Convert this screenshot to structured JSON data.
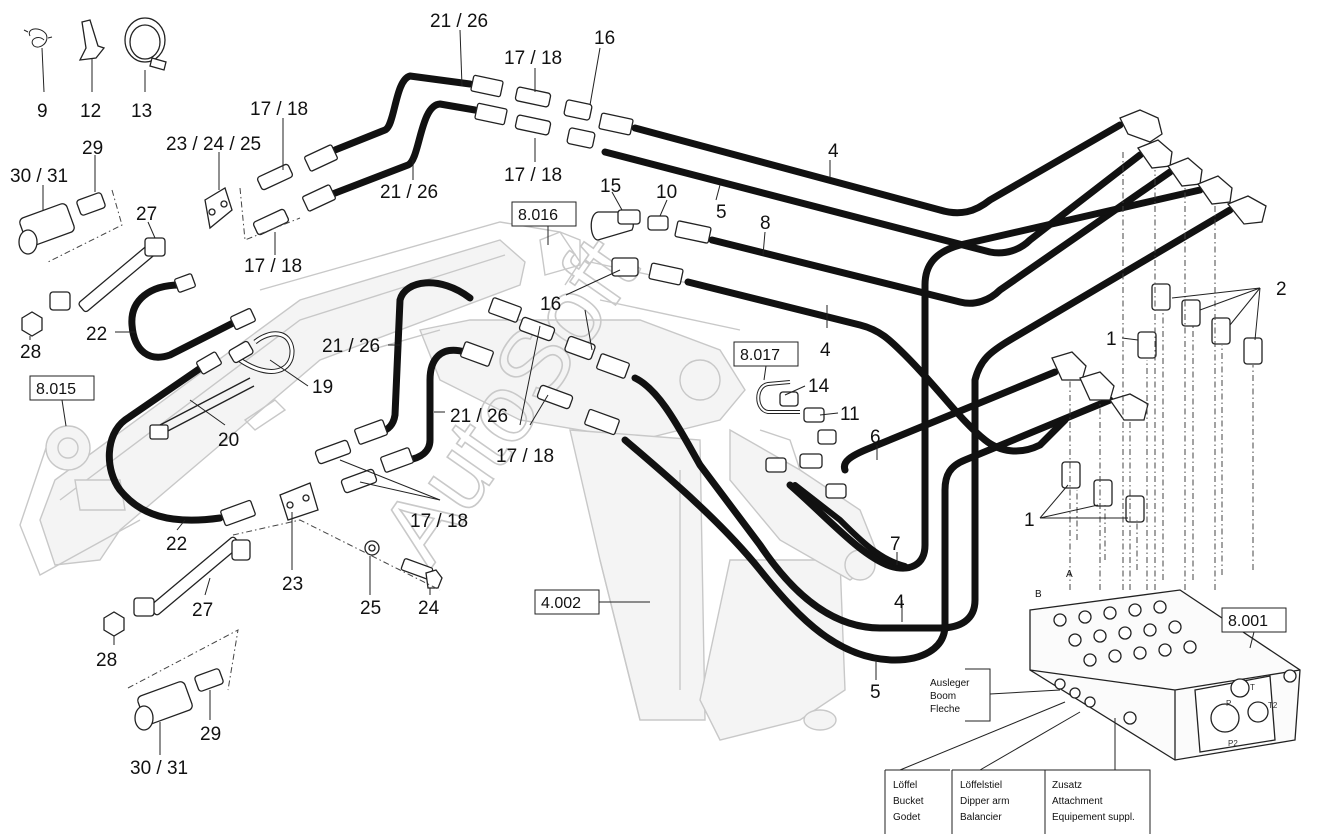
{
  "watermark": "AutoSoft",
  "parts": {
    "p9": "9",
    "p12": "12",
    "p13": "13",
    "p29a": "29",
    "p30a": "30 / 31",
    "p27a": "27",
    "p28a": "28",
    "p22a": "22",
    "p23a": "23 / 24 / 25",
    "p1718a": "17 / 18",
    "p1718b": "17 / 18",
    "p2126a": "21 / 26",
    "p2126b": "21 / 26",
    "p1718c": "17 / 18",
    "p1718d": "17 / 18",
    "p16a": "16",
    "p15": "15",
    "p10": "10",
    "p4a": "4",
    "p5a": "5",
    "p8": "8",
    "p16b": "16",
    "p4b": "4",
    "p2126c": "21 / 26",
    "p2126d": "21 / 26",
    "p1718e": "17 / 18",
    "p19": "19",
    "p20": "20",
    "p14": "14",
    "p11": "11",
    "p6": "6",
    "p7": "7",
    "p4c": "4",
    "p5b": "5",
    "p2": "2",
    "p1a": "1",
    "p1b": "1",
    "p22b": "22",
    "p23b": "23",
    "p1718f": "17 / 18",
    "p25": "25",
    "p24": "24",
    "p27b": "27",
    "p28b": "28",
    "p29b": "29",
    "p30b": "30 / 31"
  },
  "refs": {
    "r8016": "8.016",
    "r8015": "8.015",
    "r8017": "8.017",
    "r4002": "4.002",
    "r8001": "8.001"
  },
  "valve": {
    "a": "A",
    "b": "B",
    "p": "P",
    "t": "T",
    "t2": "T2",
    "p2": "P2"
  },
  "boom": [
    "Ausleger",
    "Boom",
    "Fleche"
  ],
  "bucket": [
    "Löffel",
    "Bucket",
    "Godet"
  ],
  "dipper": [
    "Löffelstiel",
    "Dipper arm",
    "Balancier"
  ],
  "attachment": [
    "Zusatz",
    "Attachment",
    "Equipement suppl."
  ]
}
